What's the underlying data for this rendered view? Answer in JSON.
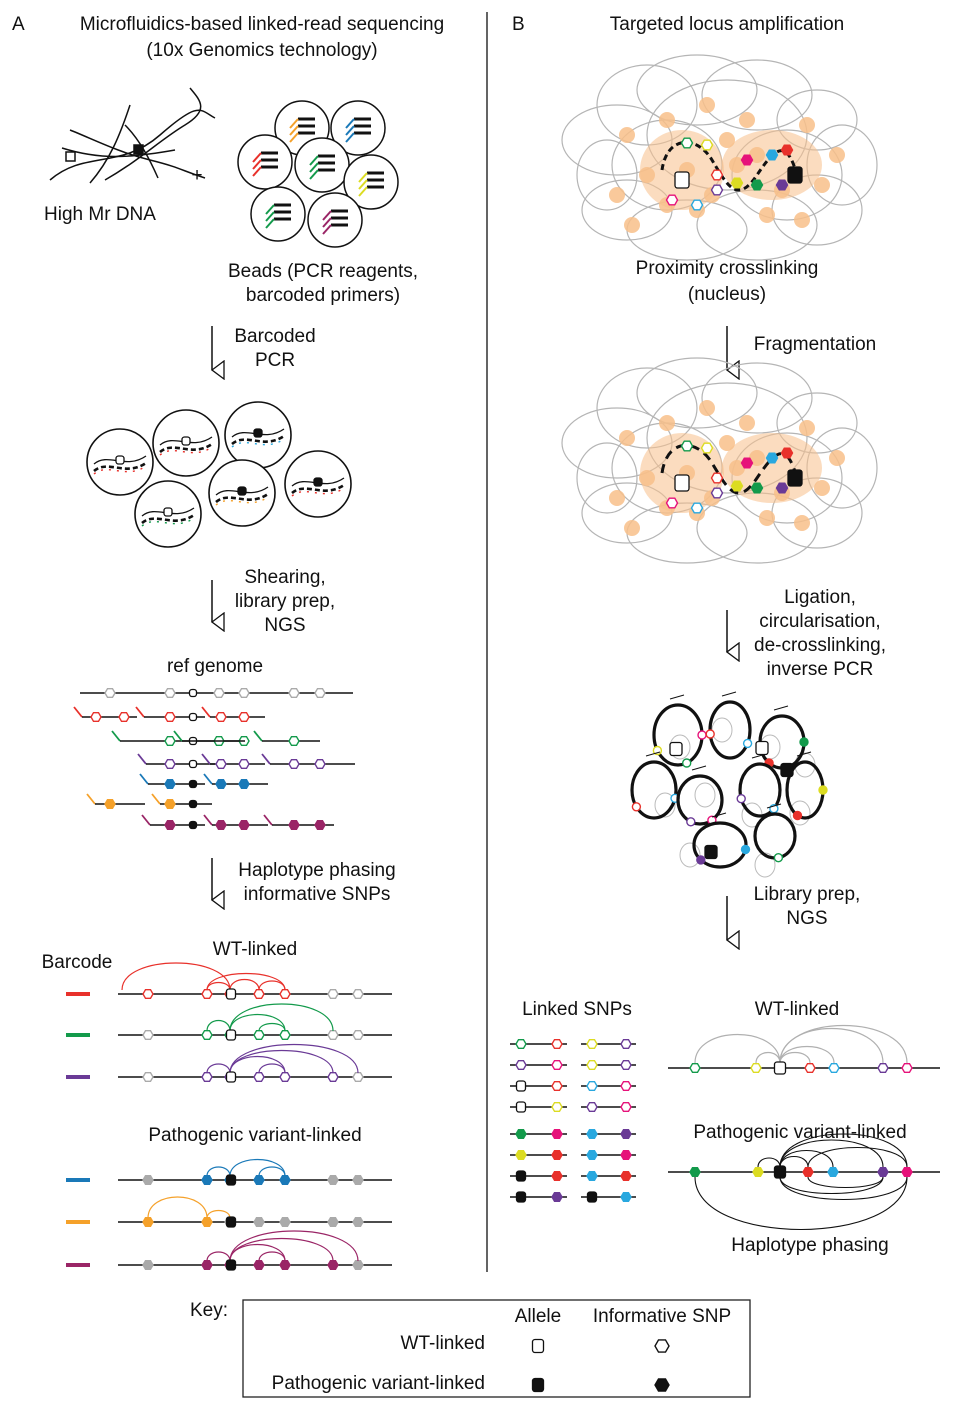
{
  "panel_a": {
    "letter": "A",
    "title_1": "Microfluidics-based linked-read sequencing",
    "title_2": "(10x Genomics technology)",
    "plus": "+",
    "dna_label": "High Mr DNA",
    "beads_label_1": "Beads (PCR reagents,",
    "beads_label_2": "barcoded primers)",
    "step1_1": "Barcoded",
    "step1_2": "PCR",
    "step2_1": "Shearing,",
    "step2_2": "library prep,",
    "step2_3": "NGS",
    "ref_genome": "ref genome",
    "step3_1": "Haplotype phasing",
    "step3_2": "informative SNPs",
    "barcode_label": "Barcode",
    "wt_linked": "WT-linked",
    "path_linked": "Pathogenic variant-linked"
  },
  "panel_b": {
    "letter": "B",
    "title": "Targeted locus amplification",
    "crosslink_1": "Proximity crosslinking",
    "crosslink_2": "(nucleus)",
    "step1": "Fragmentation",
    "step2_1": "Ligation,",
    "step2_2": "circularisation,",
    "step2_3": "de-crosslinking,",
    "step2_4": "inverse PCR",
    "step3_1": "Library prep,",
    "step3_2": "NGS",
    "linked_snps": "Linked SNPs",
    "wt_linked": "WT-linked",
    "path_linked": "Pathogenic variant-linked",
    "phasing": "Haplotype phasing"
  },
  "key": {
    "title": "Key:",
    "col_allele": "Allele",
    "col_snp": "Informative SNP",
    "row_wt": "WT-linked",
    "row_path": "Pathogenic variant-linked"
  },
  "colors": {
    "red": "#e8312b",
    "green": "#139a4b",
    "purple": "#6a3a96",
    "blue": "#1a79b8",
    "orange": "#f5a12a",
    "magenta": "#9a2566",
    "yellow": "#dcdc22",
    "cyan": "#29a8df",
    "pink": "#e6127a",
    "grey": "#aaaaaa",
    "peach": "#f8c08a"
  }
}
